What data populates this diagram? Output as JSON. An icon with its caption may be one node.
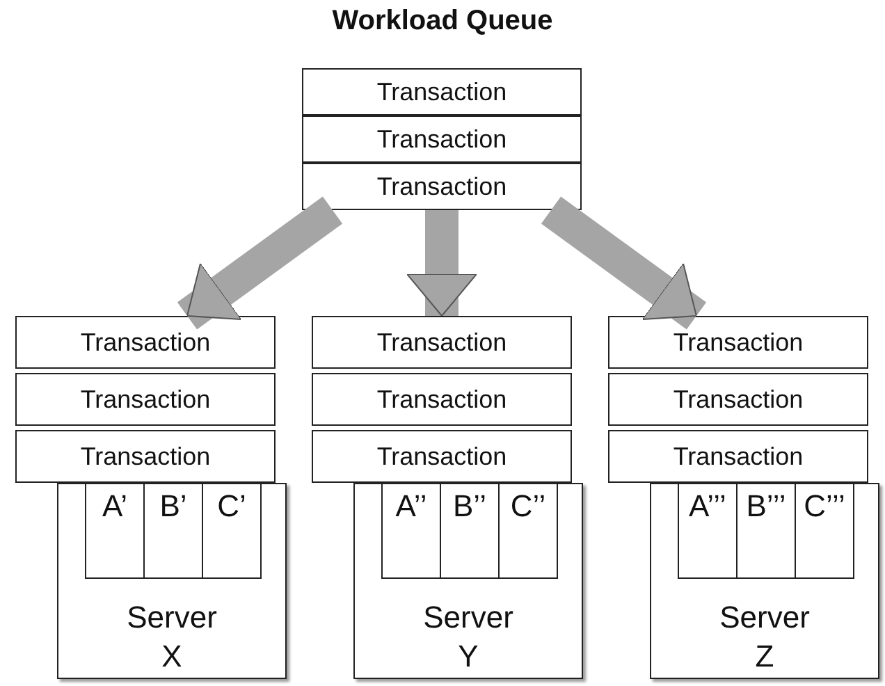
{
  "diagram": {
    "title": "Workload Queue",
    "nodes": [
      {
        "text": [
          "Transaction"
        ]
      },
      {
        "text": [
          "Transaction"
        ]
      },
      {
        "text": [
          "Transaction"
        ]
      },
      {
        "text": [
          "Transaction"
        ]
      },
      {
        "text": [
          "Transaction"
        ]
      },
      {
        "text": [
          "Transaction"
        ]
      },
      {
        "text": [
          "Server X"
        ]
      },
      {
        "text": [
          "A’"
        ],
        "in": 6
      },
      {
        "text": [
          "B’"
        ],
        "in": 6
      },
      {
        "text": [
          "C’"
        ],
        "in": 6
      },
      {
        "text": [
          "Transaction"
        ]
      },
      {
        "text": [
          "Transaction"
        ]
      },
      {
        "text": [
          "Transaction"
        ]
      },
      {
        "text": [
          "Server Y"
        ]
      },
      {
        "text": [
          "A’’"
        ],
        "in": 13
      },
      {
        "text": [
          "B’’"
        ],
        "in": 13
      },
      {
        "text": [
          "C’’"
        ],
        "in": 13
      },
      {
        "text": [
          "Transaction"
        ]
      },
      {
        "text": [
          "Transaction"
        ]
      },
      {
        "text": [
          "Transaction"
        ]
      },
      {
        "text": [
          "Server Z"
        ]
      },
      {
        "text": [
          "A’’’"
        ],
        "in": 20
      },
      {
        "text": [
          "B’’’"
        ],
        "in": 20
      },
      {
        "text": [
          "C’’’"
        ],
        "in": 20
      }
    ],
    "edges": [
      {
        "from": 2,
        "to": 3,
        "arrow": "to"
      },
      {
        "from": 2,
        "to": 10,
        "arrow": "to"
      },
      {
        "from": 2,
        "to": 17,
        "arrow": "to"
      }
    ]
  }
}
